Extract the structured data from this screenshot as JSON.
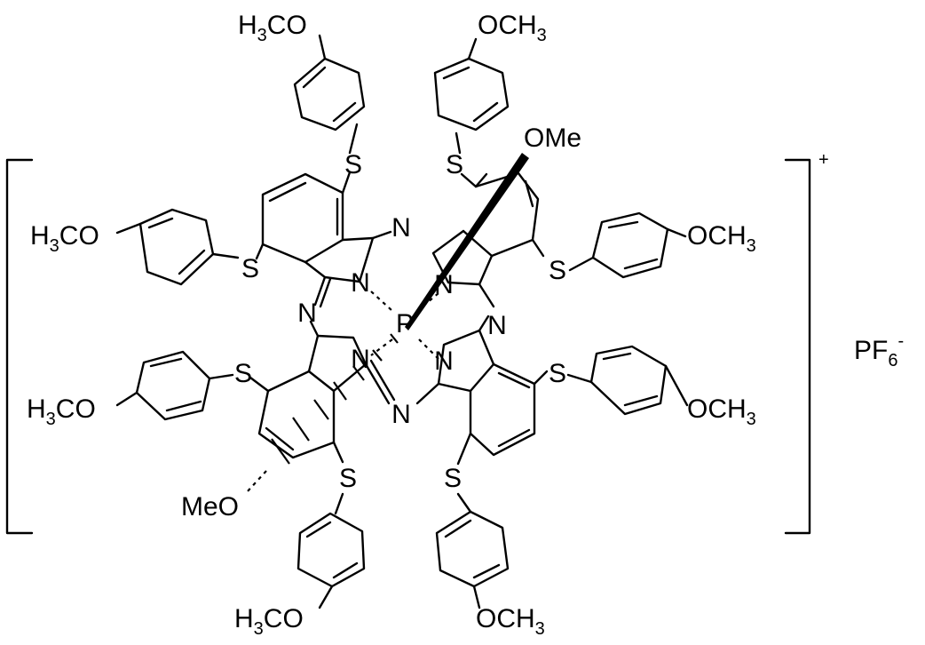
{
  "labels": {
    "h3co_top_left": {
      "pre": "H",
      "sub": "3",
      "post": "CO"
    },
    "och3_top_right": {
      "pre": "OCH",
      "sub": "3",
      "post": ""
    },
    "h3co_left_upper": {
      "pre": "H",
      "sub": "3",
      "post": "CO"
    },
    "och3_right_upper": {
      "pre": "OCH",
      "sub": "3",
      "post": ""
    },
    "h3co_left_lower": {
      "pre": "H",
      "sub": "3",
      "post": "CO"
    },
    "och3_right_lower": {
      "pre": "OCH",
      "sub": "3",
      "post": ""
    },
    "h3co_bottom_left": {
      "pre": "H",
      "sub": "3",
      "post": "CO"
    },
    "och3_bottom_right": {
      "pre": "OCH",
      "sub": "3",
      "post": ""
    },
    "ome_axial": "OMe",
    "meo_axial": "MeO",
    "phosphorus": "P",
    "nitrogen": "N",
    "sulfur": "S",
    "charge": "+",
    "counterion": {
      "pre": "PF",
      "sub": "6",
      "sup": "-"
    }
  }
}
